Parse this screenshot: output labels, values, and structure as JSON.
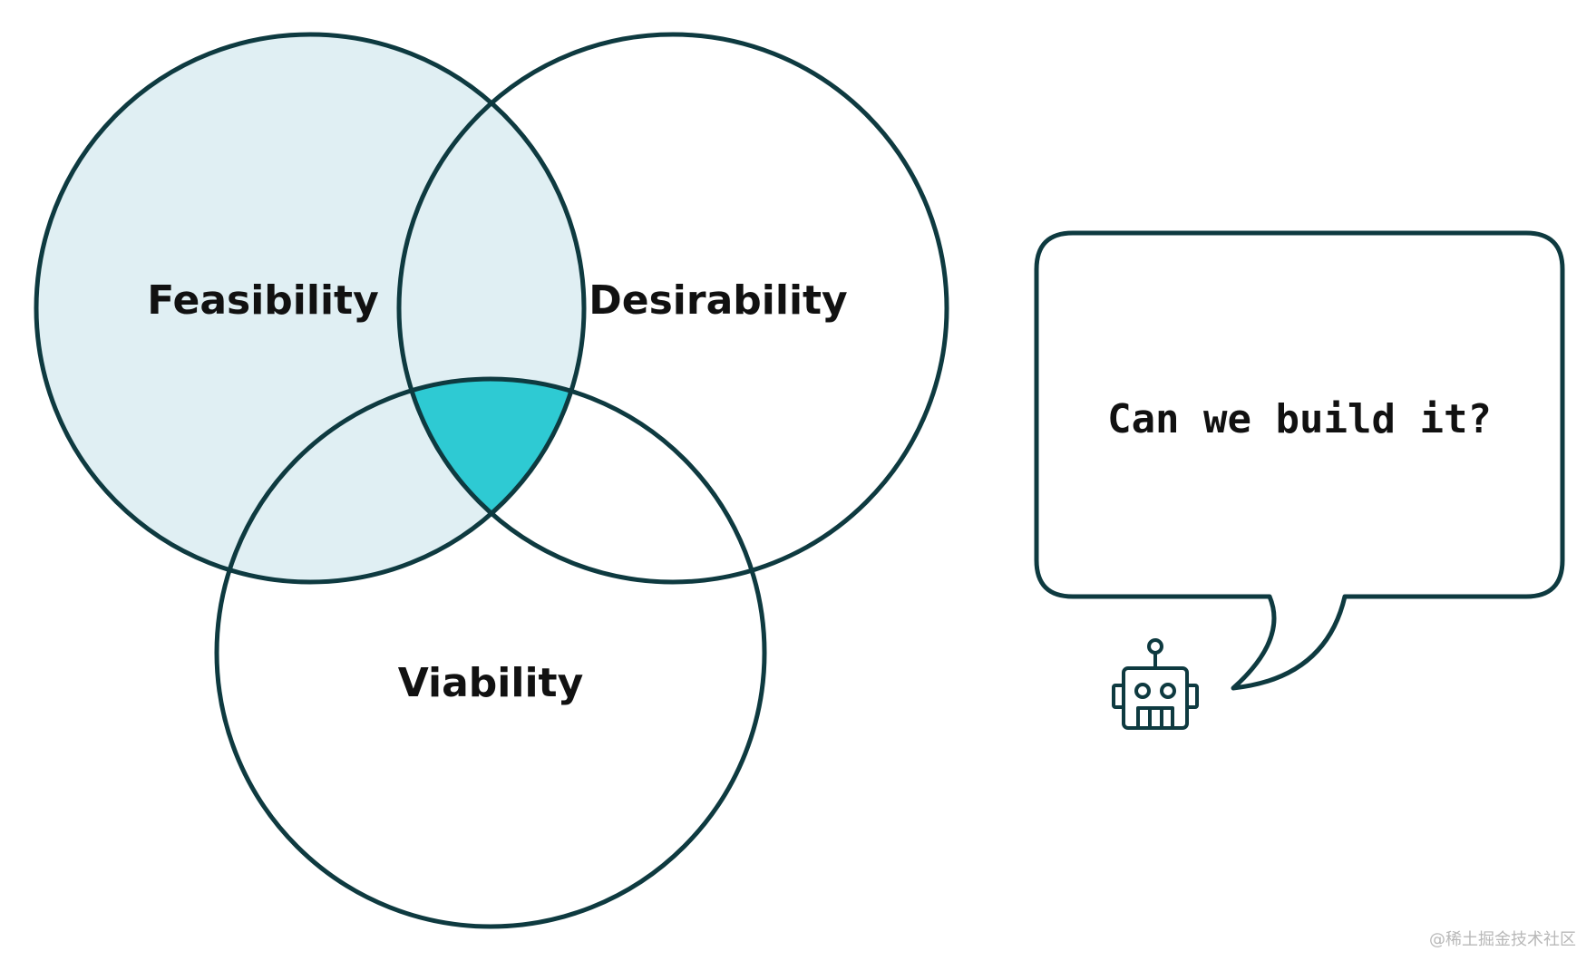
{
  "venn": {
    "feasibility": "Feasibility",
    "desirability": "Desirability",
    "viability": "Viability"
  },
  "bubble": {
    "text": "Can we build it?"
  },
  "watermark": "@稀土掘金技术社区",
  "colors": {
    "stroke": "#0e3a40",
    "feasibility_fill": "#e0eff3",
    "center_fill": "#2ecad3",
    "background": "#ffffff",
    "text": "#111111"
  },
  "icons": {
    "robot": "robot-icon"
  }
}
